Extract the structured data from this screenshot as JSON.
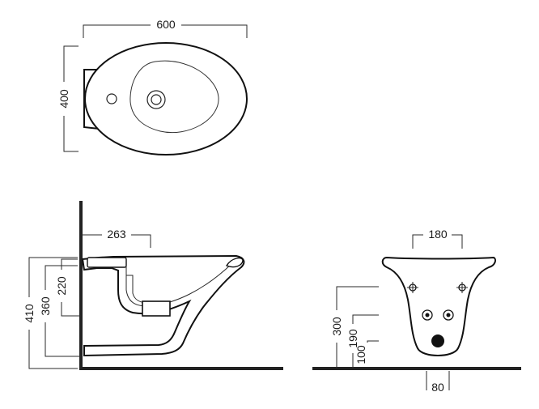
{
  "top_view": {
    "width_label": "600",
    "depth_label": "400"
  },
  "side_view": {
    "offset_label": "263",
    "rim_height_label": "410",
    "upper_fix_label": "360",
    "lower_fix_label": "220"
  },
  "front_view": {
    "fixing_spacing_label": "180",
    "supply_height_label": "300",
    "waste_height_label": "190",
    "waste_outlet_height_label": "100",
    "waste_width_label": "80"
  }
}
